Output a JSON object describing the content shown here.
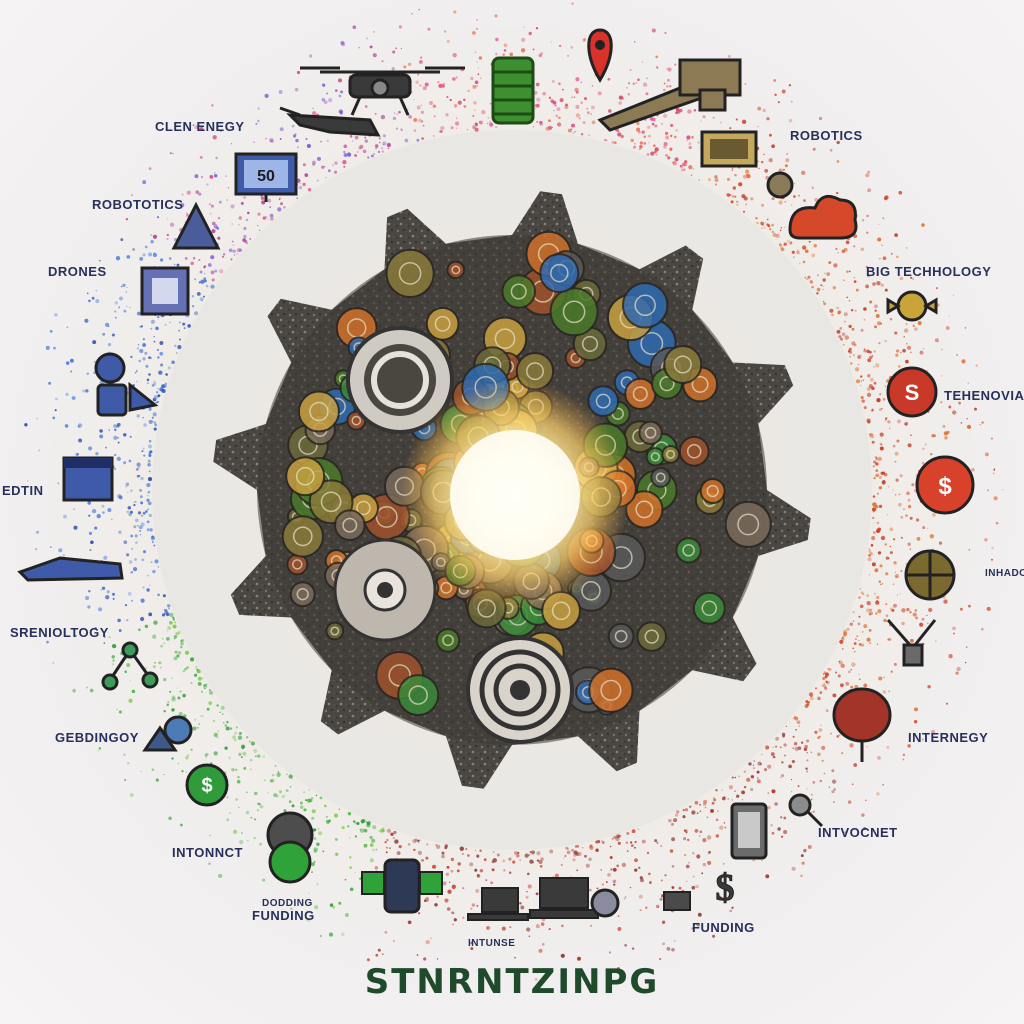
{
  "labels": {
    "clean_energy": "CLEN ENEGY",
    "robotics_left": "ROBOTOTICS",
    "drones": "DRONES",
    "edtin": "EDTIN",
    "srenotology": "SRENIOLTOGY",
    "geodingy": "GEBDINGOY",
    "intonict": "INTONNCT",
    "funding_small": "DODDING",
    "funding_left": "FUNDING",
    "intunse": "INTUNSE",
    "funding_right": "FUNDING",
    "intovoret": "INTVOCNET",
    "internegy": "INTERNEGY",
    "inhador": "INHADOR",
    "tenenovia": "TEHENOVIA",
    "big_tech": "BIG TECHHOLOGY",
    "robotics_right": "ROBOTICS",
    "monitor_number": "50"
  },
  "footer": {
    "title": "STNRNTZINPG"
  },
  "icons": [
    "drone-icon",
    "coin-stack-icon",
    "location-pin-icon",
    "robot-arm-icon",
    "airplane-icon",
    "monitor-icon",
    "triangle-icon",
    "frame-icon",
    "robot-icon",
    "calendar-icon",
    "car-icon",
    "molecule-icon",
    "globe-icon",
    "dollar-badge-icon",
    "gear-person-icon",
    "chip-icon",
    "computer-icon",
    "laptop-icon",
    "dollar-icon",
    "tablet-icon",
    "key-icon",
    "balloon-icon",
    "lamp-icon",
    "compass-icon",
    "cloud-dollar-icon",
    "cloud-icon",
    "candy-icon",
    "screen-icon",
    "sun-icon",
    "big-gear-icon"
  ],
  "colors": {
    "gear": "#3b3b3b",
    "sun": "#fff6c8",
    "ring_left": "#3b6fd8",
    "ring_top": "#e0508a",
    "ring_right": "#d6482a",
    "ring_bottom": "#4cb84a",
    "label": "#27305a",
    "title": "#1f4a2b"
  }
}
